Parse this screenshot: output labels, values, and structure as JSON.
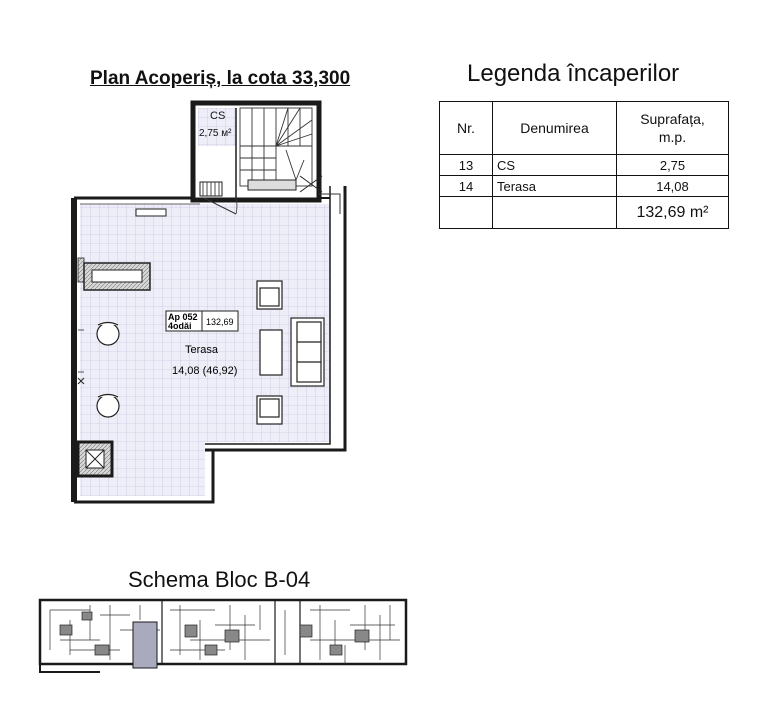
{
  "plan": {
    "title": "Plan Acoperiș, la cota 33,300",
    "cs_label": "CS",
    "cs_area": "2,75 м²",
    "apartment_id": "Ap 052",
    "apartment_rooms": "4odăi",
    "apartment_area": "132,69",
    "terrace_label": "Terasa",
    "terrace_area": "14,08 (46,92)"
  },
  "legend": {
    "title": "Legenda încaperilor",
    "headers": [
      "Nr.",
      "Denumirea",
      "Suprafața,\nm.p."
    ],
    "rows": [
      {
        "nr": "13",
        "name": "CS",
        "area": "2,75"
      },
      {
        "nr": "14",
        "name": "Terasa",
        "area": "14,08"
      }
    ],
    "total": "132,69 m²"
  },
  "schema": {
    "title": "Schema  Bloc B-04"
  },
  "colors": {
    "floor_grid": "#e8e8f5",
    "wall": "#1a1a1a",
    "highlight": "#a9aabd"
  }
}
